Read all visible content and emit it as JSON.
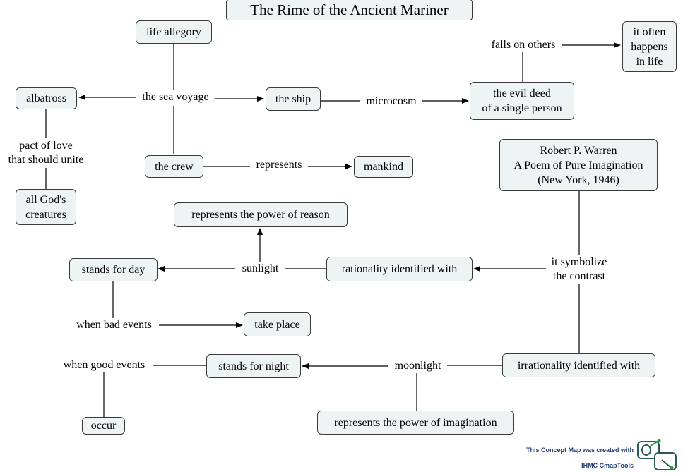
{
  "title": "The Rime of the Ancient Mariner",
  "concepts": {
    "life_allegory": "life allegory",
    "albatross": "albatross",
    "the_ship": "the ship",
    "the_crew": "the crew",
    "mankind": "mankind",
    "all_gods_creatures": "all God's\ncreatures",
    "evil_deed": "the evil deed\nof a single person",
    "it_often_happens": "it often\nhappens\nin life",
    "warren": "Robert P. Warren\nA Poem of Pure Imagination\n(New York, 1946)",
    "power_of_reason": "represents the power of reason",
    "stands_for_day": "stands for day",
    "rationality": "rationality identified with",
    "take_place": "take place",
    "stands_for_night": "stands for night",
    "irrationality": "irrationality identified with",
    "occur": "occur",
    "power_of_imagination": "represents the power of imagination"
  },
  "phrases": {
    "the_sea_voyage": "the sea voyage",
    "pact_of_love": "pact of love\nthat should unite",
    "microcosm": "microcosm",
    "represents": "represents",
    "falls_on_others": "falls on others",
    "it_symbolize": "it symbolize\nthe contrast",
    "sunlight": "sunlight",
    "when_bad_events": "when bad events",
    "moonlight": "moonlight",
    "when_good_events": "when good events"
  },
  "footer": {
    "line1": "This Concept Map was created with",
    "line2": "IHMC CmapTools"
  },
  "colors": {
    "node_fill": "#eef4f4",
    "border": "#3a3a3a",
    "footer_text": "#1f3f7a"
  }
}
